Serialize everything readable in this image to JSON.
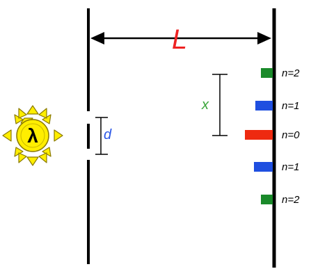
{
  "labels": {
    "L": "L",
    "lambda": "λ",
    "d": "d",
    "x": "x"
  },
  "fringes": [
    {
      "label": "n=2",
      "color": "#1a8a2a"
    },
    {
      "label": "n=1",
      "color": "#1f4fe0"
    },
    {
      "label": "n=0",
      "color": "#ee2a10"
    },
    {
      "label": "n=1",
      "color": "#1f4fe0"
    },
    {
      "label": "n=2",
      "color": "#1a8a2a"
    }
  ],
  "colors": {
    "L": "#ee2222",
    "d": "#2a56e6",
    "x": "#3aa53a",
    "sun_fill": "#ffee00",
    "sun_stroke": "#8a7a00"
  }
}
